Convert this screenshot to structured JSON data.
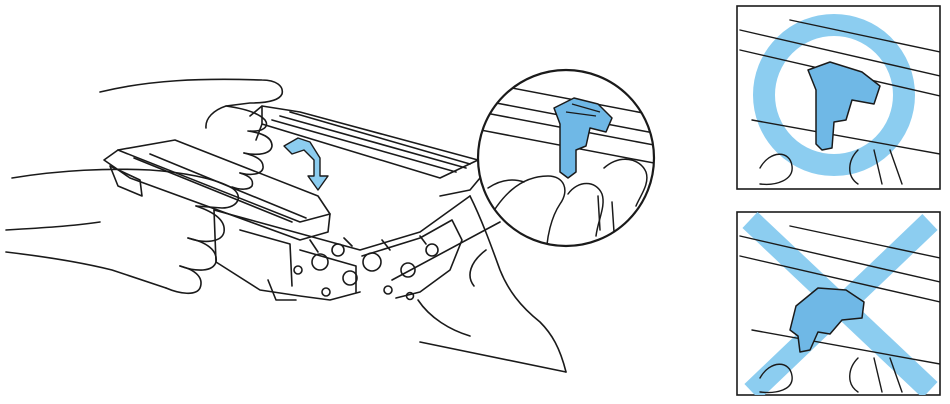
{
  "illustration": {
    "main_scene": "hands-inserting-toner-cartridge-into-drum-unit",
    "zoom_callout": "cartridge-lock-lever-closeup",
    "correct_panel": "correct-lever-position",
    "incorrect_panel": "incorrect-lever-position"
  },
  "icons": {
    "correct": "circle-correct-icon",
    "incorrect": "cross-incorrect-icon",
    "push_direction": "down-arrow-icon"
  },
  "colors": {
    "line": "#1a1a1a",
    "highlight_blue": "#8ccdf0",
    "lever_blue": "#6fb8e6",
    "frame": "#1a1a1a",
    "background": "#ffffff"
  }
}
